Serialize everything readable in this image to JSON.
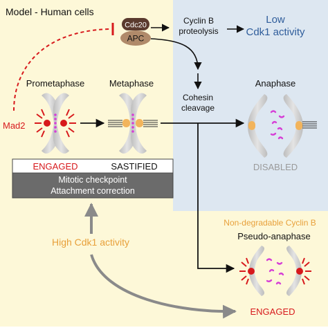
{
  "title": "Model - Human cells",
  "complex": {
    "top": "Cdc20",
    "bottom": "APC"
  },
  "cyclin": {
    "line1": "Cyclin B",
    "line2": "proteolysis"
  },
  "low_cdk1": {
    "line1": "Low",
    "line2": "Cdk1 activity"
  },
  "cohesin": {
    "line1": "Cohesin",
    "line2": "cleavage"
  },
  "stages": {
    "prometaphase": "Prometaphase",
    "metaphase": "Metaphase",
    "anaphase": "Anaphase"
  },
  "mad2": "Mad2",
  "checkpoint_box": {
    "engaged": "ENGAGED",
    "satisfied": "SASTIFIED",
    "line1": "Mitotic checkpoint",
    "line2": "Attachment correction"
  },
  "disabled": "DISABLED",
  "high_cdk1": "High Cdk1 activity",
  "nondeg": "Non-degradable Cyclin B",
  "pseudo": "Pseudo-anaphase",
  "engaged_bottom": "ENGAGED",
  "colors": {
    "yellow_bg": "#fdf8d8",
    "blue_bg": "#dde7f1",
    "red": "#d7191c",
    "blue_text": "#2f5d9b",
    "orange_text": "#e8a03a",
    "chromosome": "#cfcfcf",
    "kinetochore_orange": "#f2b45c",
    "magenta": "#d63fd6",
    "gray_box": "#6b6b6b",
    "gray_arrow": "#8a8a8a",
    "complex_top": "#5a3a2e",
    "complex_bottom": "#b08a6a"
  }
}
